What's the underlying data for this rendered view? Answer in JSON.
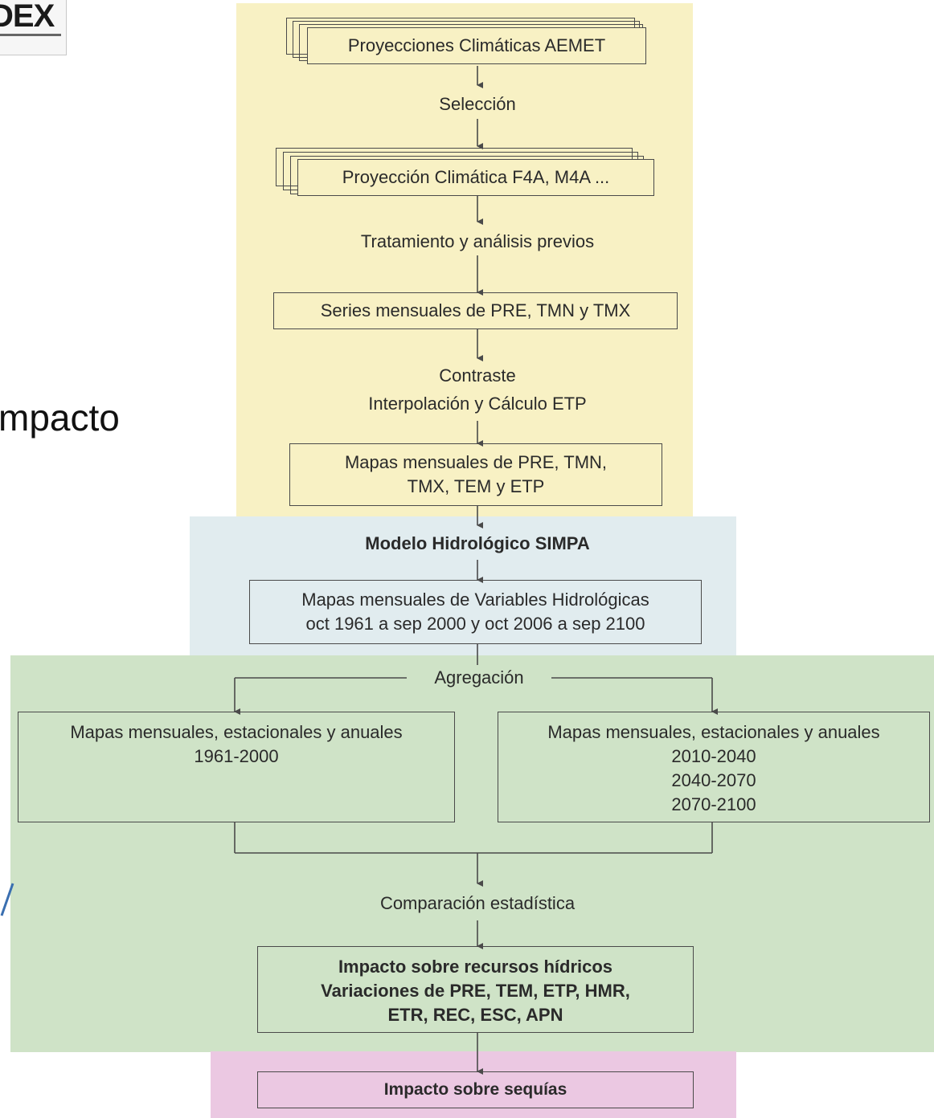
{
  "slide": {
    "logo_text": "DEX",
    "fragment_text": "mpacto",
    "accent_stroke_color": "#3a6fb0"
  },
  "colors": {
    "yellow": "#f8f1c4",
    "blue": "#e1ecef",
    "green": "#cfe3c7",
    "pink": "#ebc8e2",
    "line": "#4a4a4a"
  },
  "flow": {
    "node1": "Proyecciones Climáticas AEMET",
    "label1": "Selección",
    "node2": "Proyección Climática F4A, M4A ...",
    "label2": "Tratamiento y análisis previos",
    "node3": "Series mensuales de PRE, TMN y TMX",
    "label3a": "Contraste",
    "label3b": "Interpolación y Cálculo ETP",
    "node4_line1": "Mapas mensuales de PRE, TMN,",
    "node4_line2": "TMX, TEM y ETP",
    "model_label": "Modelo Hidrológico SIMPA",
    "node5_line1": "Mapas mensuales de Variables Hidrológicas",
    "node5_line2": "oct 1961 a sep 2000 y oct 2006 a sep 2100",
    "agg_label": "Agregación",
    "left_box": {
      "line1": "Mapas mensuales, estacionales y anuales",
      "line2": "1961-2000"
    },
    "right_box": {
      "line1": "Mapas mensuales, estacionales y anuales",
      "line2": "2010-2040",
      "line3": "2040-2070",
      "line4": "2070-2100"
    },
    "compare_label": "Comparación estadística",
    "impact_line1": "Impacto sobre recursos hídricos",
    "impact_line2": "Variaciones de PRE, TEM, ETP, HMR,",
    "impact_line3": "ETR, REC, ESC, APN",
    "final_node": "Impacto sobre sequías"
  }
}
